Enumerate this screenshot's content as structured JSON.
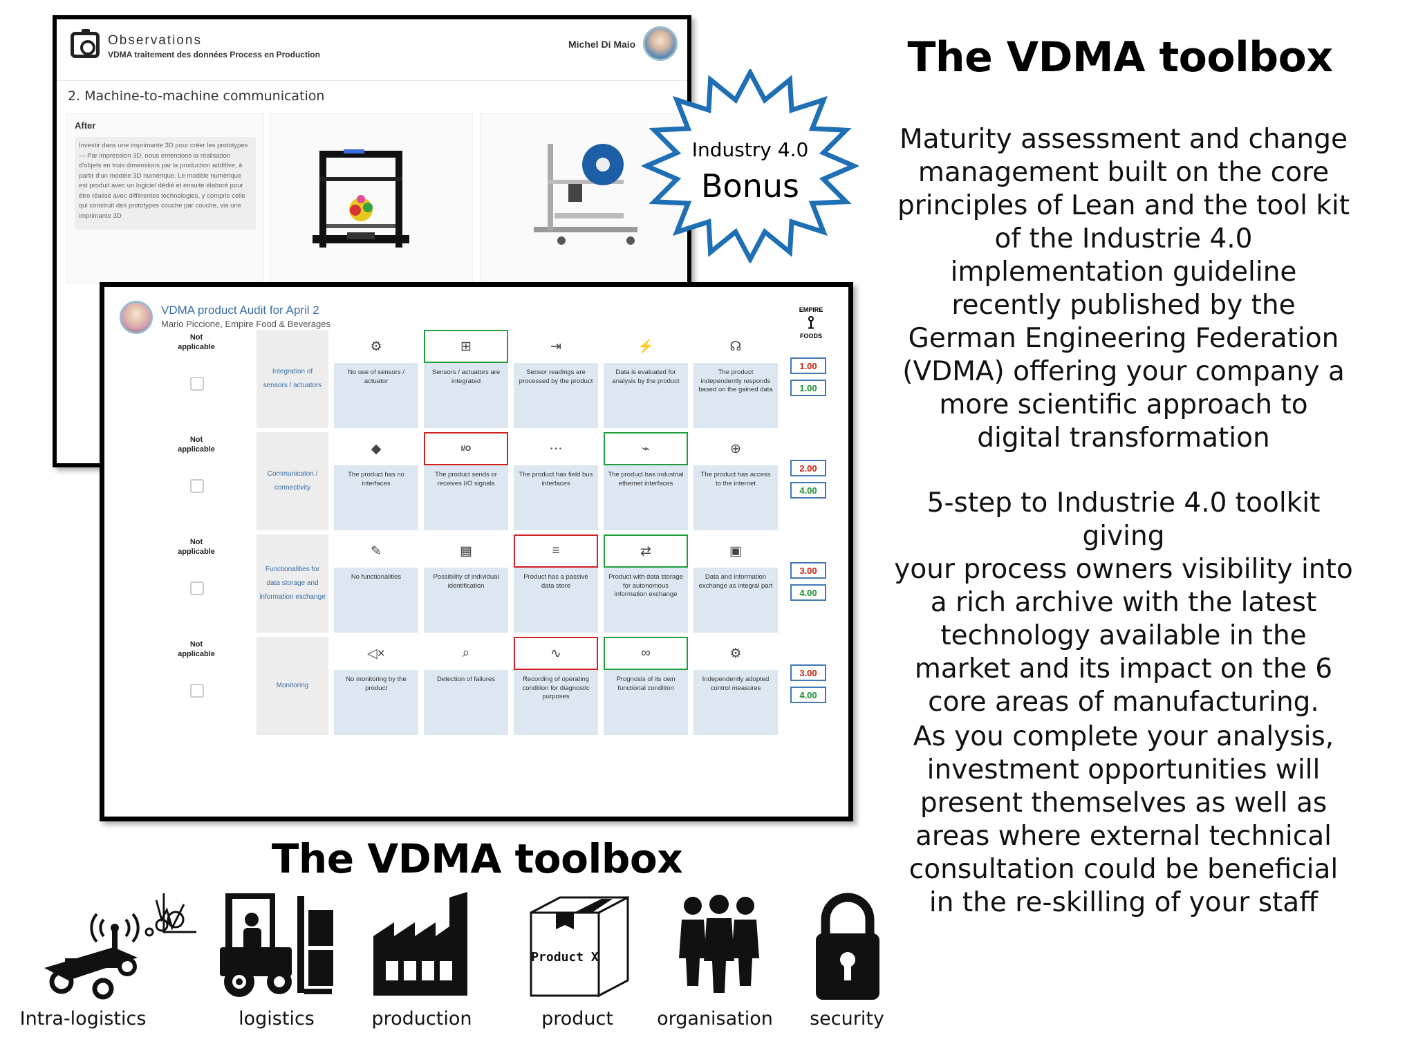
{
  "right": {
    "title": "The VDMA toolbox",
    "para1": [
      "Maturity assessment and change",
      "management built on the core",
      "principles of Lean and the tool kit",
      "of the Industrie 4.0",
      "implementation guideline",
      "recently published by the",
      "German Engineering Federation",
      "(VDMA) offering your company a",
      "more scientific approach to",
      "digital transformation"
    ],
    "para2": [
      "5-step to Industrie 4.0 toolkit giving",
      "your process owners visibility into",
      "a rich archive with the latest",
      "technology available in the",
      "market and its impact on the 6",
      "core areas of manufacturing."
    ],
    "para3": [
      "As you complete your analysis,",
      "investment opportunities will",
      "present themselves as well as",
      "areas where external technical",
      "consultation could be beneficial",
      "in the re-skilling of your staff"
    ]
  },
  "shot1": {
    "app": "Observations",
    "subtitle": "VDMA traitement des données Process en Production",
    "user": "Michel Di Maio",
    "heading": "2. Machine-to-machine communication",
    "after_label": "After",
    "body": "Investir dans une imprimante 3D pour créer les prototypes — Par impression 3D, nous entendons la réalisation d'objets en trois dimensions par la production additive, à partir d'un modèle 3D numérique. Le modèle numérique est produit avec un logiciel dédié et ensuite élaboré pour être réalisé avec différentes technologies, y compris celle qui construit des prototypes couche par couche, via une imprimante 3D"
  },
  "badge": {
    "line1": "Industry 4.0",
    "line2": "Bonus",
    "color": "#1f6fb5"
  },
  "shot2": {
    "title": "VDMA product Audit for April 2",
    "subtitle": "Mario Piccione, Empire Food & Beverages",
    "logo": [
      "EMPIRE",
      "FOODS"
    ],
    "rows": [
      {
        "na": "Not applicable",
        "category": "Integration of sensors / actuators",
        "cells": [
          {
            "label": "No use of sensors / actuator",
            "icon": "⚙",
            "state": "none"
          },
          {
            "label": "Sensors / actuators are integrated",
            "icon": "⊞",
            "state": "green"
          },
          {
            "label": "Sensor readings are processed by the product",
            "icon": "⇥",
            "state": "none"
          },
          {
            "label": "Data is evaluated for analysis by the product",
            "icon": "⚡",
            "state": "none"
          },
          {
            "label": "The product independently responds based on the gained data",
            "icon": "☊",
            "state": "none"
          }
        ],
        "scores": [
          "1.00",
          "1.00"
        ]
      },
      {
        "na": "Not applicable",
        "category": "Communicaton / connectivity",
        "cells": [
          {
            "label": "The product has no interfaces",
            "icon": "◆",
            "state": "none"
          },
          {
            "label": "The product sends or receives I/O signals",
            "icon": "I/O",
            "state": "red"
          },
          {
            "label": "The product has field bus interfaces",
            "icon": "⋯",
            "state": "none"
          },
          {
            "label": "The product has industrial ethernet interfaces",
            "icon": "⌁",
            "state": "green"
          },
          {
            "label": "The product has access to the internet",
            "icon": "⊕",
            "state": "none"
          }
        ],
        "scores": [
          "2.00",
          "4.00"
        ]
      },
      {
        "na": "Not applicable",
        "category": "Functionalities for data storage and information exchange",
        "cells": [
          {
            "label": "No functionalities",
            "icon": "✎",
            "state": "none"
          },
          {
            "label": "Possibility of individual identification",
            "icon": "▦",
            "state": "none"
          },
          {
            "label": "Product has a passive data store",
            "icon": "≡",
            "state": "red"
          },
          {
            "label": "Product with data storage for autonomous information exchange",
            "icon": "⇄",
            "state": "green"
          },
          {
            "label": "Data and information exchange as integral part",
            "icon": "▣",
            "state": "none"
          }
        ],
        "scores": [
          "3.00",
          "4.00"
        ]
      },
      {
        "na": "Not applicable",
        "category": "Monitoring",
        "cells": [
          {
            "label": "No monitoring by the product",
            "icon": "◁×",
            "state": "none"
          },
          {
            "label": "Detection of failures",
            "icon": "⌕",
            "state": "none"
          },
          {
            "label": "Recording of operating condition for diagnostic purposes",
            "icon": "∿",
            "state": "red"
          },
          {
            "label": "Prognosis of its own functional condition",
            "icon": "∞",
            "state": "green"
          },
          {
            "label": "Independently adopted control measures",
            "icon": "⚙",
            "state": "none"
          }
        ],
        "scores": [
          "3.00",
          "4.00"
        ]
      }
    ]
  },
  "bottom": {
    "title": "The VDMA toolbox",
    "items": [
      {
        "label": "Intra-logistics",
        "icon": "agv-robot-icon"
      },
      {
        "label": "logistics",
        "icon": "forklift-icon"
      },
      {
        "label": "production",
        "icon": "factory-icon"
      },
      {
        "label": "product",
        "icon": "box-icon"
      },
      {
        "label": "organisation",
        "icon": "people-icon"
      },
      {
        "label": "security",
        "icon": "padlock-icon"
      }
    ],
    "box_text": "Product X"
  }
}
